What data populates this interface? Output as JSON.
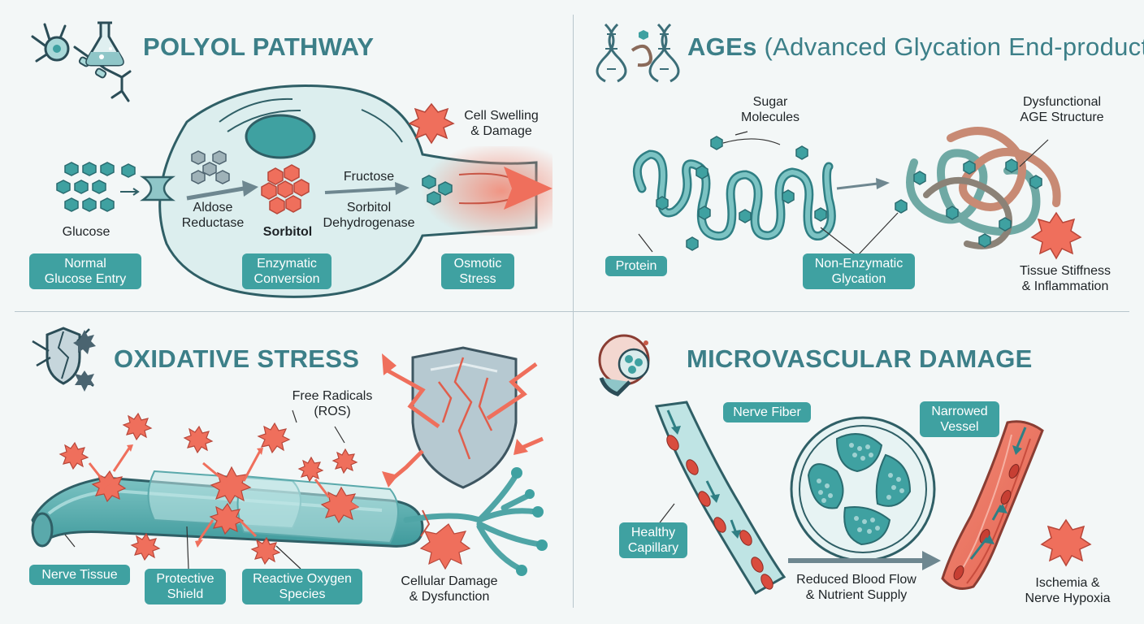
{
  "polyol": {
    "title": "POLYOL PATHWAY",
    "glucose": "Glucose",
    "aldose_line1": "Aldose",
    "aldose_line2": "Reductase",
    "sorbitol": "Sorbitol",
    "fructose": "Fructose",
    "sdh_line1": "Sorbitol",
    "sdh_line2": "Dehydrogenase",
    "swelling_line1": "Cell Swelling",
    "swelling_line2": "& Damage",
    "tag_normal_line1": "Normal",
    "tag_normal_line2": "Glucose Entry",
    "tag_enzymatic_line1": "Enzymatic",
    "tag_enzymatic_line2": "Conversion",
    "tag_osmotic_line1": "Osmotic",
    "tag_osmotic_line2": "Stress"
  },
  "ages": {
    "title_bold": "AGEs",
    "title_light": "(Advanced Glycation End-products)",
    "sugar_line1": "Sugar",
    "sugar_line2": "Molecules",
    "dysfunctional_line1": "Dysfunctional",
    "dysfunctional_line2": "AGE Structure",
    "tag_protein": "Protein",
    "tag_glycation_line1": "Non-Enzymatic",
    "tag_glycation_line2": "Glycation",
    "stiffness_line1": "Tissue Stiffness",
    "stiffness_line2": "& Inflammation"
  },
  "oxidative": {
    "title": "OXIDATIVE STRESS",
    "radicals_line1": "Free Radicals",
    "radicals_line2": "(ROS)",
    "tag_nerve": "Nerve Tissue",
    "tag_shield_line1": "Protective",
    "tag_shield_line2": "Shield",
    "tag_ros_line1": "Reactive Oxygen",
    "tag_ros_line2": "Species",
    "damage_line1": "Cellular Damage",
    "damage_line2": "& Dysfunction"
  },
  "microvascular": {
    "title": "MICROVASCULAR DAMAGE",
    "tag_nerve_fiber": "Nerve Fiber",
    "tag_narrowed_line1": "Narrowed",
    "tag_narrowed_line2": "Vessel",
    "tag_healthy_line1": "Healthy",
    "tag_healthy_line2": "Capillary",
    "flow_line1": "Reduced Blood Flow",
    "flow_line2": "& Nutrient Supply",
    "ischemia_line1": "Ischemia &",
    "ischemia_line2": "Nerve Hypoxia"
  },
  "colors": {
    "teal": "#3fa1a1",
    "title_teal": "#3c7f88",
    "coral": "#ef6f5c",
    "dark": "#1e2326"
  },
  "icons": [
    "neuron-icon",
    "flask-icon",
    "dna-icon",
    "broken-shield-icon",
    "vessel-icon"
  ]
}
